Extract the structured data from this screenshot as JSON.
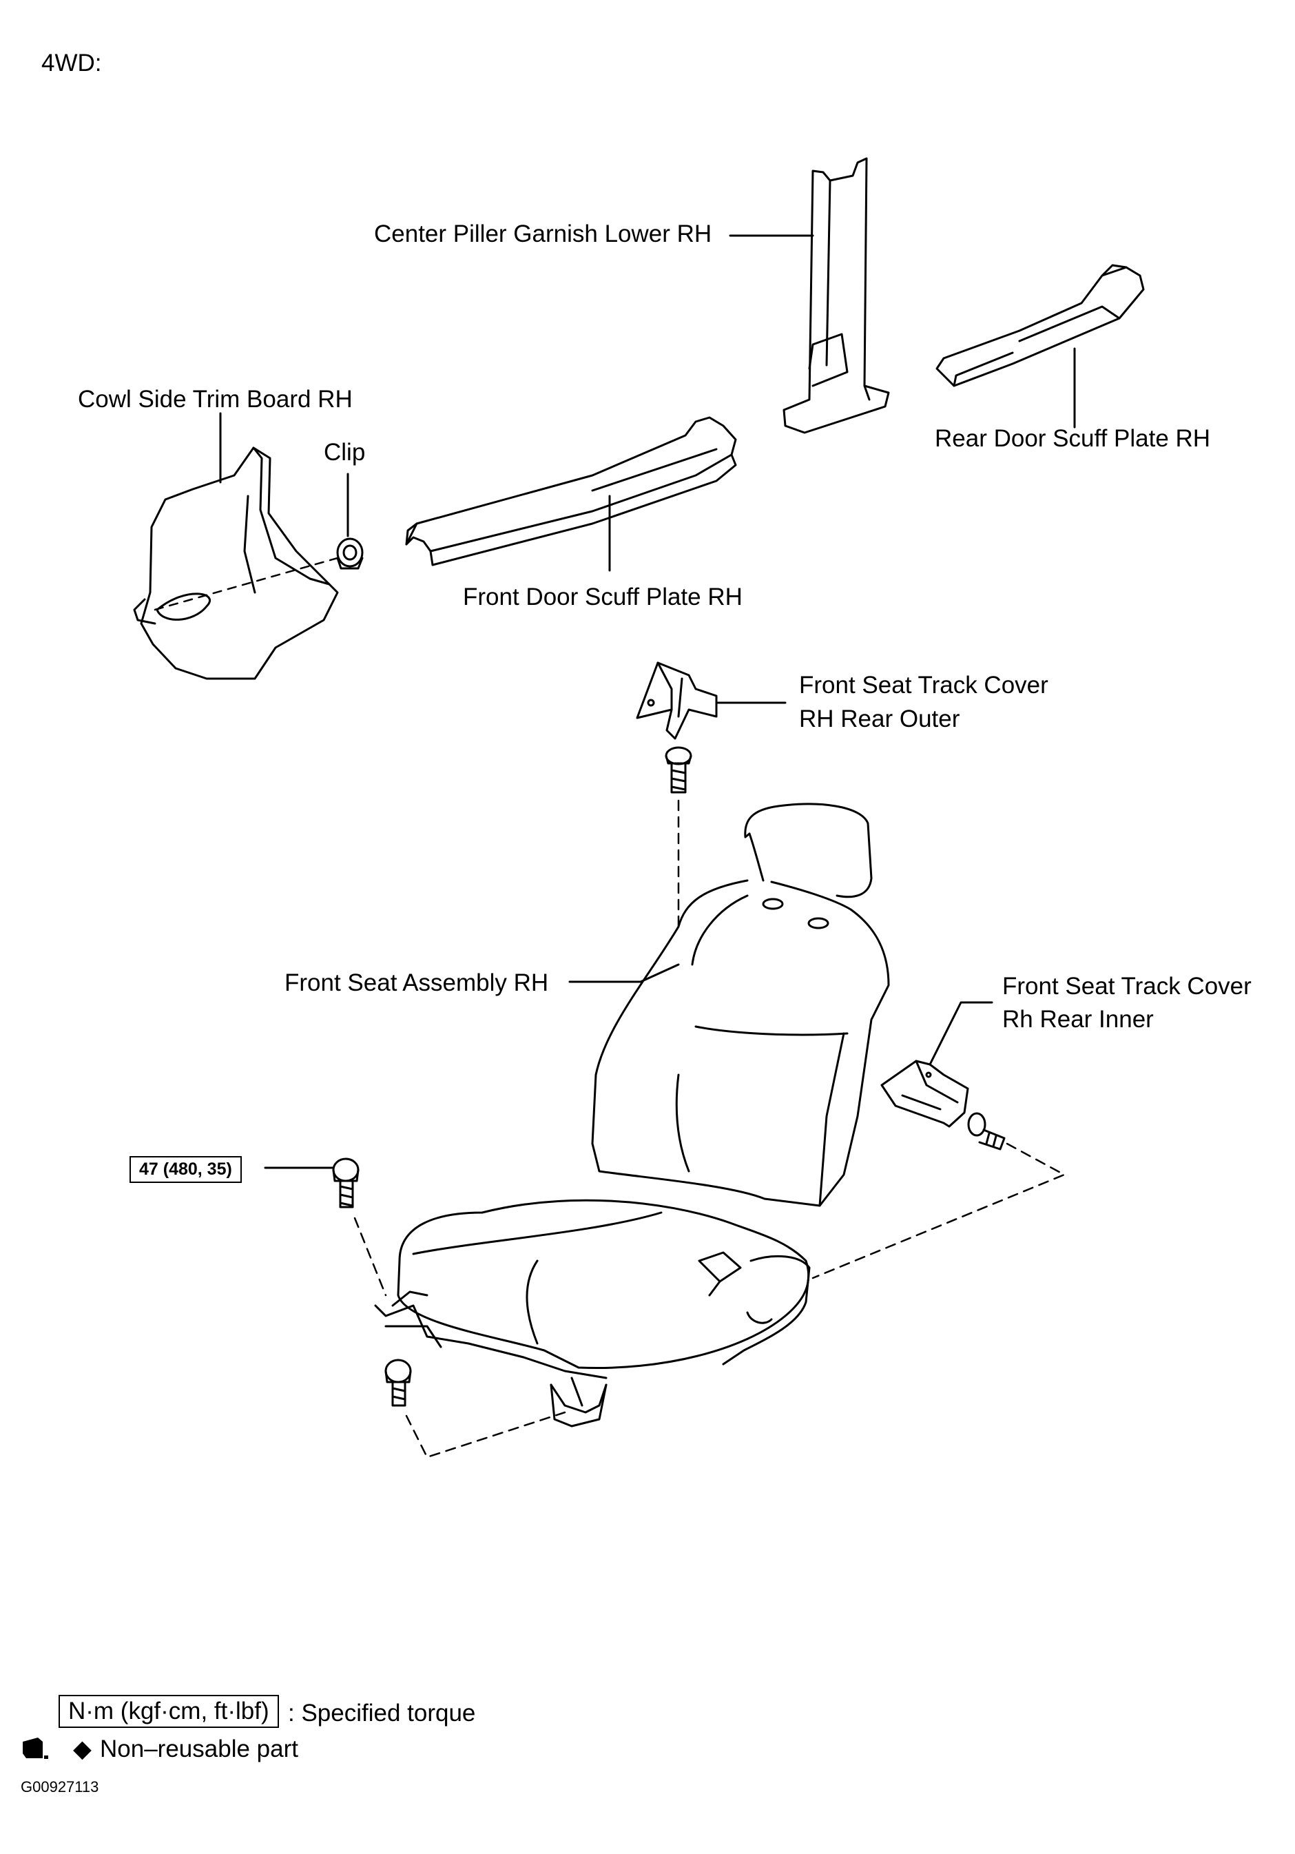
{
  "heading": "4WD:",
  "labels": {
    "center_pillar": "Center Piller Garnish Lower RH",
    "cowl_side": "Cowl Side Trim Board RH",
    "clip": "Clip",
    "rear_door_scuff": "Rear Door Scuff Plate RH",
    "front_door_scuff": "Front Door Scuff Plate RH",
    "track_cover_outer_1": "Front Seat Track Cover",
    "track_cover_outer_2": "RH Rear Outer",
    "front_seat": "Front Seat Assembly RH",
    "track_cover_inner_1": "Front Seat Track Cover",
    "track_cover_inner_2": "Rh Rear Inner"
  },
  "torque": "47 (480, 35)",
  "legend": {
    "unit_box": "N·m (kgf·cm, ft·lbf)",
    "unit_desc": ": Specified torque",
    "nonreusable_symbol": "◆",
    "nonreusable_desc": "Non–reusable part"
  },
  "figure_id": "G00927113"
}
